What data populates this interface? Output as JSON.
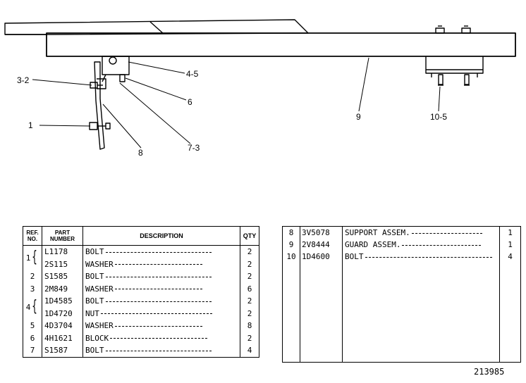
{
  "drawing_number": "213985",
  "callouts": {
    "c3_2": "3-2",
    "c4_5": "4-5",
    "c6": "6",
    "c1": "1",
    "c7_3": "7-3",
    "c8": "8",
    "c9": "9",
    "c10_5": "10-5"
  },
  "table_headers": {
    "ref_line1": "REF.",
    "ref_line2": "NO.",
    "part_line1": "PART",
    "part_line2": "NUMBER",
    "description": "DESCRIPTION",
    "qty": "QTY"
  },
  "parts_left": [
    {
      "ref": "1",
      "part_number": "L1178",
      "description": "BOLT",
      "qty": "2"
    },
    {
      "ref": "",
      "part_number": "2S115",
      "description": "WASHER",
      "qty": "2"
    },
    {
      "ref": "2",
      "part_number": "S1585",
      "description": "BOLT",
      "qty": "2"
    },
    {
      "ref": "3",
      "part_number": "2M849",
      "description": "WASHER",
      "qty": "6"
    },
    {
      "ref": "4",
      "part_number": "1D4585",
      "description": "BOLT",
      "qty": "2"
    },
    {
      "ref": "",
      "part_number": "1D4720",
      "description": "NUT",
      "qty": "2"
    },
    {
      "ref": "5",
      "part_number": "4D3704",
      "description": "WASHER",
      "qty": "8"
    },
    {
      "ref": "6",
      "part_number": "4H1621",
      "description": "BLOCK",
      "qty": "2"
    },
    {
      "ref": "7",
      "part_number": "S1587",
      "description": "BOLT",
      "qty": "4"
    }
  ],
  "parts_right": [
    {
      "ref": "8",
      "part_number": "3V5078",
      "description": "SUPPORT ASSEM.",
      "qty": "1"
    },
    {
      "ref": "9",
      "part_number": "2V8444",
      "description": "GUARD ASSEM.",
      "qty": "1"
    },
    {
      "ref": "10",
      "part_number": "1D4600",
      "description": "BOLT",
      "qty": "4"
    }
  ]
}
